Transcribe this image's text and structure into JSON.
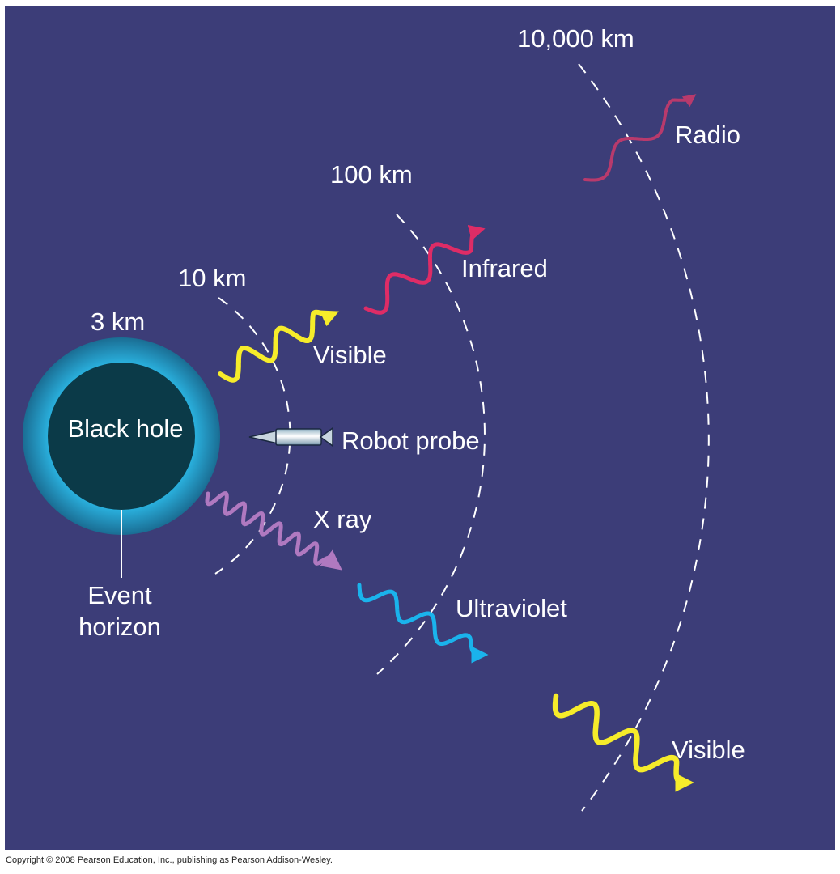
{
  "colors": {
    "background": "#3c3d78",
    "glow_outer": "#1a7fa8",
    "glow_inner": "#2bb6e4",
    "horizon_fill": "#0b3a48",
    "dash": "#ffffff",
    "radio": "#b83a6c",
    "infrared": "#de2c66",
    "visible": "#f6ec2a",
    "xray": "#b079c0",
    "ultraviolet": "#1ab3ec"
  },
  "labels": {
    "black_hole": "Black hole",
    "event_horizon_line1": "Event",
    "event_horizon_line2": "horizon",
    "robot_probe": "Robot probe",
    "radius_3": "3 km",
    "radius_10": "10 km",
    "radius_100": "100 km",
    "radius_10000": "10,000 km",
    "radio": "Radio",
    "infrared": "Infrared",
    "visible_inner": "Visible",
    "visible_outer": "Visible",
    "xray": "X ray",
    "ultraviolet": "Ultraviolet"
  },
  "copyright": "Copyright © 2008 Pearson Education, Inc., publishing as Pearson Addison-Wesley."
}
